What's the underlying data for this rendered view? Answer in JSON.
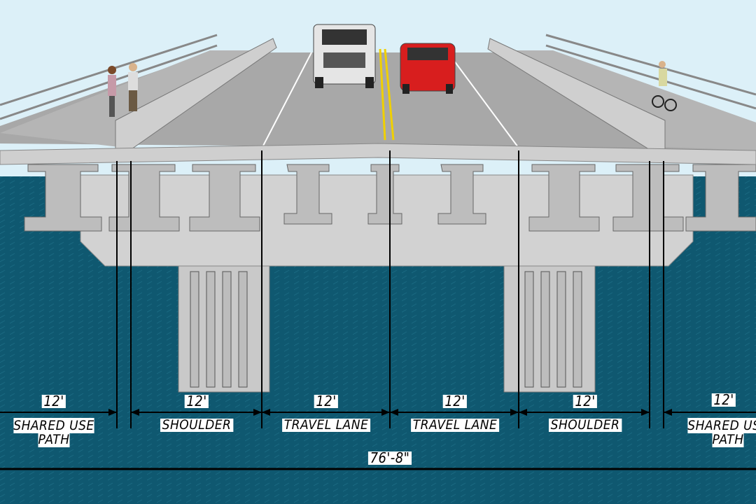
{
  "colors": {
    "sky": "#dcf0f8",
    "water": "#0f5870",
    "concrete": "#c8c8c8",
    "road": "#a9a9a9",
    "truck_red": "#d81e1e",
    "center_stripe": "#f0d000"
  },
  "segments": [
    {
      "width": "12'",
      "label": "SHARED USE PATH"
    },
    {
      "width": "12'",
      "label": "SHOULDER"
    },
    {
      "width": "12'",
      "label": "TRAVEL LANE"
    },
    {
      "width": "12'",
      "label": "TRAVEL LANE"
    },
    {
      "width": "12'",
      "label": "SHOULDER"
    },
    {
      "width": "12'",
      "label": "SHARED USE PATH"
    }
  ],
  "total_width": "76'-8\""
}
